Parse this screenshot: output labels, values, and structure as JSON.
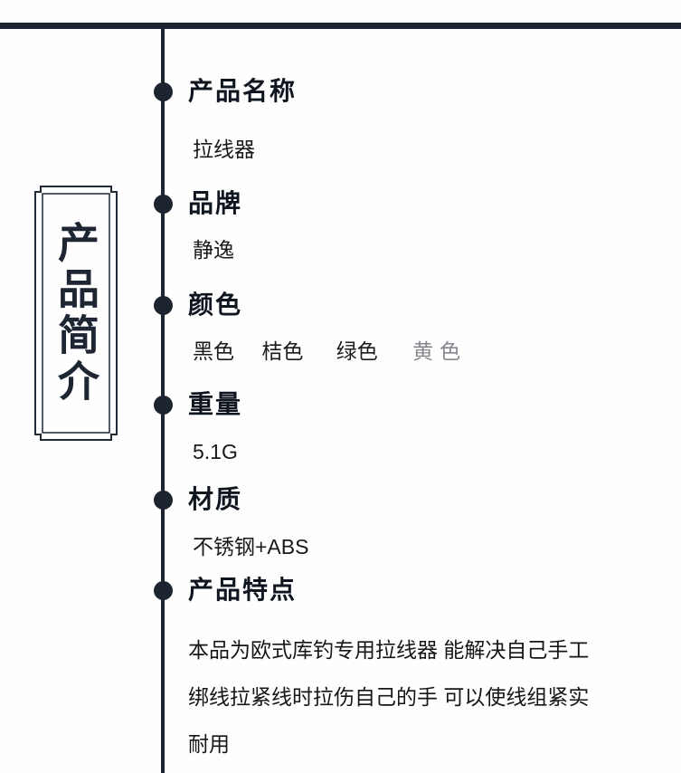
{
  "theme": {
    "ink": "#1c2430",
    "heading_color": "#10161f",
    "text_color": "#191919",
    "muted_color": "#84878e",
    "background": "#fefefe"
  },
  "side_panel": {
    "title": "产品简介"
  },
  "sections": {
    "name": {
      "label": "产品名称",
      "value": "拉线器"
    },
    "brand": {
      "label": "品牌",
      "value": "静逸"
    },
    "color": {
      "label": "颜色",
      "options": [
        "黑色",
        "桔色",
        "绿色",
        "黄色"
      ]
    },
    "weight": {
      "label": "重量",
      "value": "5.1G"
    },
    "material": {
      "label": "材质",
      "value": "不锈钢+ABS"
    },
    "features": {
      "label": "产品特点",
      "lines": [
        "本品为欧式库钓专用拉线器 能解决自己手工",
        "绑线拉紧线时拉伤自己的手 可以使线组紧实",
        "耐用"
      ]
    }
  }
}
